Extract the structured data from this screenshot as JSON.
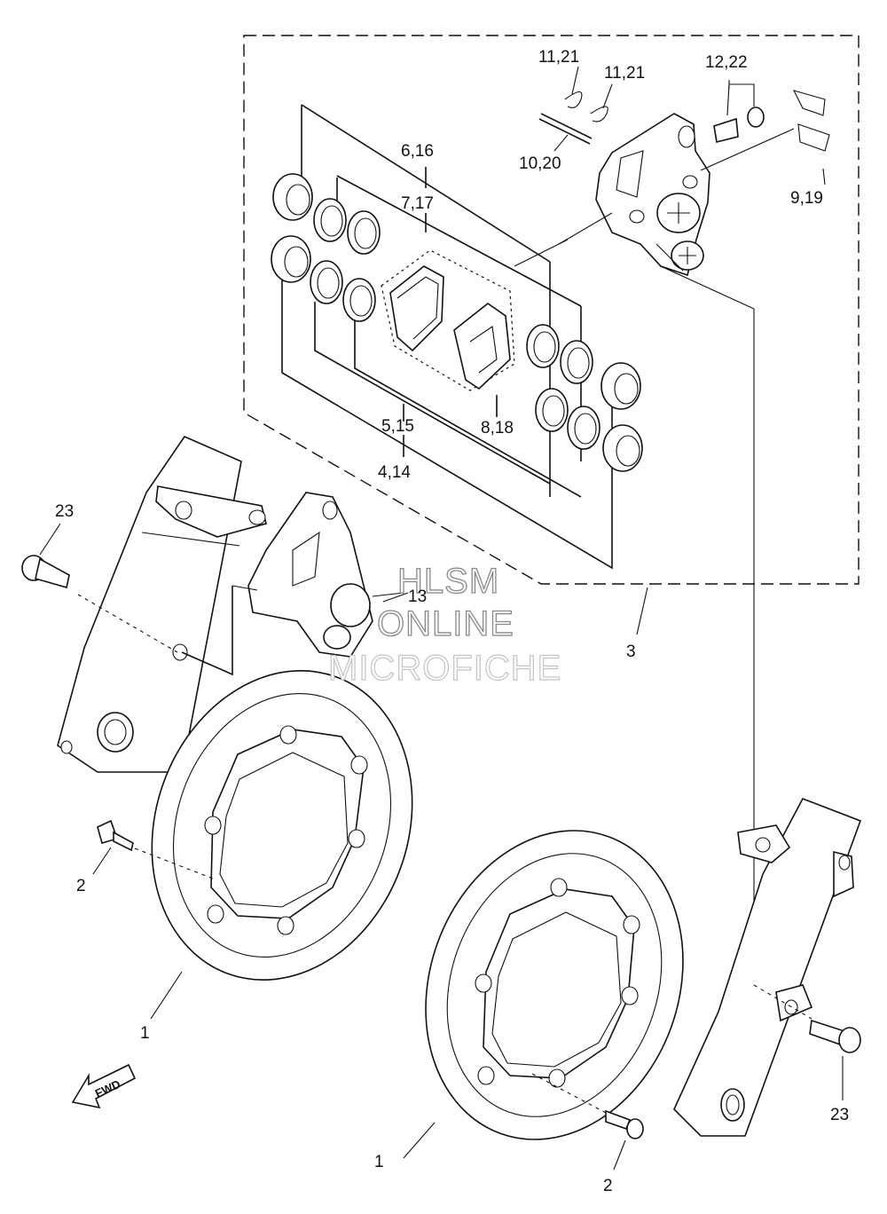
{
  "callouts": {
    "c1": "11,21",
    "c2": "11,21",
    "c3": "12,22",
    "c4": "10,20",
    "c5": "9,19",
    "c6": "6,16",
    "c7": "7,17",
    "c8": "5,15",
    "c9": "8,18",
    "c10": "4,14",
    "c11": "23",
    "c12": "13",
    "c13": "3",
    "c14": "2",
    "c15": "1",
    "c16": "1",
    "c17": "2",
    "c18": "23"
  },
  "watermark": {
    "line1": "HLSM",
    "line2": "ONLINE",
    "line3": "MICROFICHE"
  },
  "direction_arrow": {
    "label": "FWD",
    "icon": "forward-arrow-icon"
  }
}
